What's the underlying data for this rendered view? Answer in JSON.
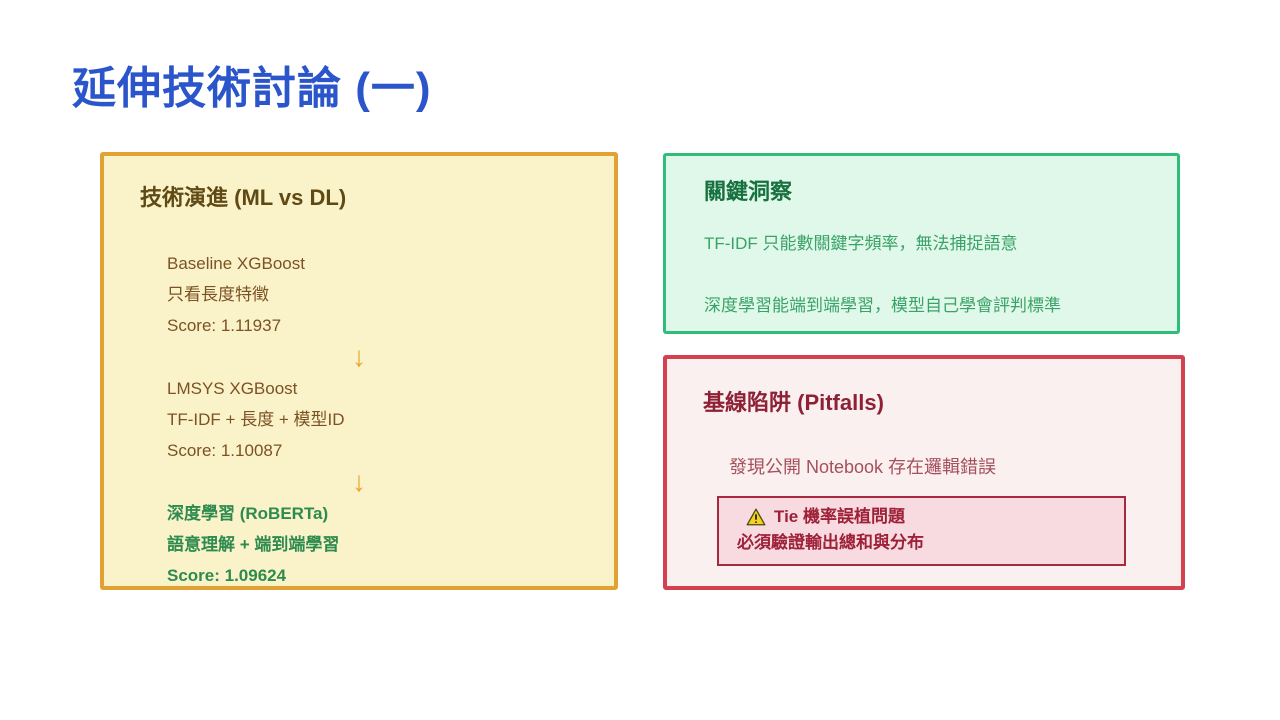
{
  "slide": {
    "title": "延伸技術討論 (一)"
  },
  "evolution_card": {
    "heading": "技術演進 (ML vs DL)",
    "arrow_icon": "↓",
    "stages": [
      {
        "name": "Baseline XGBoost",
        "desc": "只看長度特徵",
        "score": "Score: 1.11937",
        "highlight": false
      },
      {
        "name": "LMSYS XGBoost",
        "desc": "TF-IDF + 長度 + 模型ID",
        "score": "Score: 1.10087",
        "highlight": false
      },
      {
        "name": "深度學習 (RoBERTa)",
        "desc": "語意理解 + 端到端學習",
        "score": "Score: 1.09624",
        "highlight": true
      }
    ]
  },
  "insights_card": {
    "heading": "關鍵洞察",
    "lines": [
      "TF-IDF 只能數關鍵字頻率，無法捕捉語意",
      "深度學習能端到端學習，模型自己學會評判標準"
    ]
  },
  "pitfalls_card": {
    "heading": "基線陷阱 (Pitfalls)",
    "intro": "發現公開 Notebook 存在邏輯錯誤",
    "warning": {
      "icon": "warning-triangle",
      "title": "Tie 機率誤植問題",
      "detail": "必須驗證輸出總和與分布"
    }
  },
  "colors": {
    "title_blue": "#2B55CB",
    "evolution_bg": "#FAF3C9",
    "evolution_border": "#E2A233",
    "evolution_heading": "#5F4A15",
    "evolution_text": "#7C5224",
    "arrow_orange": "#E9A72C",
    "deep_learning_green": "#2E8B4F",
    "insights_bg": "#DFF8EA",
    "insights_border": "#2EBE7A",
    "insights_heading": "#17713F",
    "insights_text": "#3AA267",
    "pitfalls_bg": "#FAF0EF",
    "pitfalls_border": "#D5404F",
    "pitfalls_heading": "#8E2136",
    "pitfalls_text": "#A5505C",
    "warning_bg": "#F8DBE0",
    "warning_border": "#A8293F",
    "warning_text": "#9E2139",
    "warning_icon_yellow": "#F5D020"
  }
}
